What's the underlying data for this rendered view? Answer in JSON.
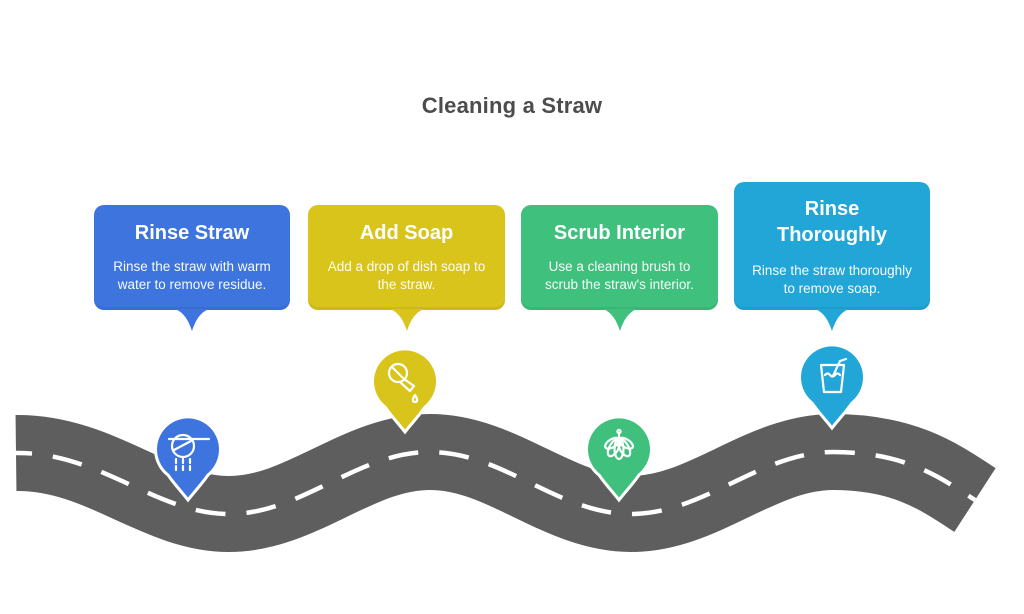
{
  "page": {
    "title": "Cleaning a Straw",
    "title_color": "#4c4c4c",
    "background": "#ffffff"
  },
  "road": {
    "color": "#5e5e5e",
    "centerline_color": "#ffffff"
  },
  "steps": [
    {
      "title": "Rinse Straw",
      "description": "Rinse the straw with warm water to remove residue.",
      "color": "#3e74de",
      "icon": "shower-rinse-icon"
    },
    {
      "title": "Add Soap",
      "description": "Add a drop of dish soap to the straw.",
      "color": "#d9c41c",
      "icon": "soap-bottle-icon"
    },
    {
      "title": "Scrub Interior",
      "description": "Use a cleaning brush to scrub the straw's interior.",
      "color": "#3fc07d",
      "icon": "cleaning-brush-icon"
    },
    {
      "title": "Rinse Thoroughly",
      "description": "Rinse the straw thoroughly to remove soap.",
      "color": "#22a6d8",
      "icon": "drink-glass-straw-icon"
    }
  ]
}
